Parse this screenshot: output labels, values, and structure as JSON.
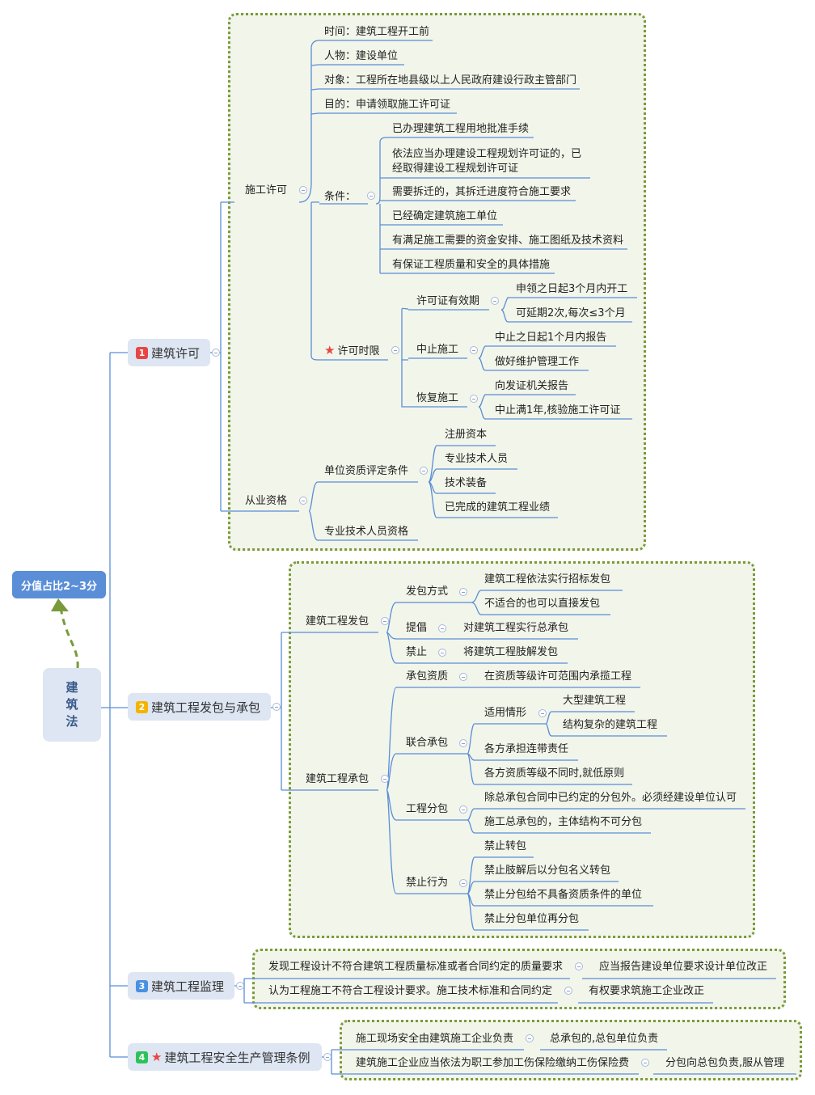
{
  "root": {
    "label_chars": [
      "建",
      "筑",
      "法"
    ]
  },
  "note": {
    "label": "分值占比2~3分"
  },
  "colors": {
    "line": "#5a8ed6",
    "boundary": "#7a9a3a",
    "boundary_fill": "#f2f5ea",
    "topic_fill": "#dde6f2",
    "badge1": "#e84545",
    "badge2": "#f5b300",
    "badge3": "#4a90e2",
    "badge4": "#2ec25a",
    "star": "#e84545"
  },
  "topics": [
    {
      "badge": "1",
      "label": "建筑许可",
      "sub": {
        "shigong": {
          "label": "施工许可",
          "items": [
            "时间：建筑工程开工前",
            "人物：建设单位",
            "对象：工程所在地县级以上人民政府建设行政主管部门",
            "目的：申请领取施工许可证"
          ],
          "conditions": {
            "label": "条件：",
            "items": [
              "已办理建筑工程用地批准手续",
              "依法应当办理建设工程规划许可证的，已经取得建设工程规划许可证",
              "需要拆迁的，其拆迁进度符合施工要求",
              "已经确定建筑施工单位",
              "有满足施工需要的资金安排、施工图纸及技术资料",
              "有保证工程质量和安全的具体措施"
            ]
          },
          "time_limit": {
            "label": "许可时限",
            "groups": [
              {
                "label": "许可证有效期",
                "items": [
                  "申领之日起3个月内开工",
                  "可延期2次,每次≤3个月"
                ]
              },
              {
                "label": "中止施工",
                "items": [
                  "中止之日起1个月内报告",
                  "做好维护管理工作"
                ]
              },
              {
                "label": "恢复施工",
                "items": [
                  "向发证机关报告",
                  "中止满1年,核验施工许可证"
                ]
              }
            ]
          }
        },
        "congye": {
          "label": "从业资格",
          "unit": {
            "label": "单位资质评定条件",
            "items": [
              "注册资本",
              "专业技术人员",
              "技术装备",
              "已完成的建筑工程业绩"
            ]
          },
          "staff": "专业技术人员资格"
        }
      }
    },
    {
      "badge": "2",
      "label": "建筑工程发包与承包",
      "fabao": {
        "label": "建筑工程发包",
        "groups": [
          {
            "label": "发包方式",
            "items": [
              "建筑工程依法实行招标发包",
              "不适合的也可以直接发包"
            ]
          },
          {
            "label": "提倡",
            "items": [
              "对建筑工程实行总承包"
            ]
          },
          {
            "label": "禁止",
            "items": [
              "将建筑工程肢解发包"
            ]
          }
        ]
      },
      "chengbao": {
        "label": "建筑工程承包",
        "qual": {
          "label": "承包资质",
          "item": "在资质等级许可范围内承揽工程"
        },
        "joint": {
          "label": "联合承包",
          "apply": {
            "label": "适用情形",
            "items": [
              "大型建筑工程",
              "结构复杂的建筑工程"
            ]
          },
          "items": [
            "各方承担连带责任",
            "各方资质等级不同时,就低原则"
          ]
        },
        "sub": {
          "label": "工程分包",
          "items": [
            "除总承包合同中已约定的分包外。必须经建设单位认可",
            "施工总承包的，主体结构不可分包"
          ]
        },
        "ban": {
          "label": "禁止行为",
          "items": [
            "禁止转包",
            "禁止肢解后以分包名义转包",
            "禁止分包给不具备资质条件的单位",
            "禁止分包单位再分包"
          ]
        }
      }
    },
    {
      "badge": "3",
      "label": "建筑工程监理",
      "rows": [
        {
          "cond": "发现工程设计不符合建筑工程质量标准或者合同约定的质量要求",
          "action": "应当报告建设单位要求设计单位改正"
        },
        {
          "cond": "认为工程施工不符合工程设计要求。施工技术标准和合同约定",
          "action": "有权要求筑施工企业改正"
        }
      ]
    },
    {
      "badge": "4",
      "label": "建筑工程安全生产管理条例",
      "rows": [
        {
          "cond": "施工现场安全由建筑施工企业负责",
          "action": "总承包的,总包单位负责"
        },
        {
          "cond": "建筑施工企业应当依法为职工参加工伤保险缴纳工伤保险费",
          "action": "分包向总包负责,服从管理"
        }
      ]
    }
  ]
}
